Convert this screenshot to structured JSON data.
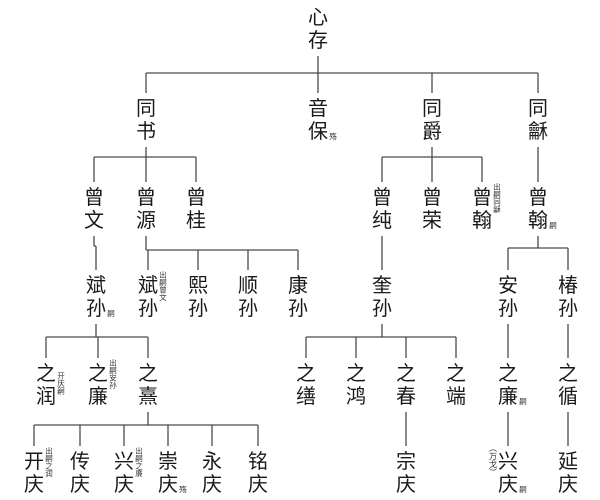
{
  "genealogy": {
    "root": {
      "id": "xincun",
      "name": [
        "心",
        "存"
      ],
      "children": [
        {
          "id": "tongshu",
          "name": [
            "同",
            "书"
          ],
          "children": [
            {
              "id": "zengwen",
              "name": [
                "曾",
                "文"
              ],
              "children": [
                {
                  "id": "binsun",
                  "name": [
                    "斌",
                    "孙"
                  ],
                  "note": "嗣",
                  "children": [
                    {
                      "id": "zhirun",
                      "name": [
                        "之",
                        "润"
                      ],
                      "note": "开庆嗣",
                      "children": []
                    },
                    {
                      "id": "zhilian1",
                      "name": [
                        "之",
                        "廉"
                      ],
                      "note": "出嗣安孙",
                      "children": []
                    },
                    {
                      "id": "zhixi",
                      "name": [
                        "之",
                        "熹"
                      ],
                      "children": [
                        {
                          "id": "kaiqing",
                          "name": [
                            "开",
                            "庆"
                          ],
                          "note": "出嗣之润",
                          "children": []
                        },
                        {
                          "id": "chuanqing",
                          "name": [
                            "传",
                            "庆"
                          ],
                          "children": []
                        },
                        {
                          "id": "xingqing1",
                          "name": [
                            "兴",
                            "庆"
                          ],
                          "note": "出嗣之廉",
                          "children": []
                        },
                        {
                          "id": "chongqing",
                          "name": [
                            "崇",
                            "庆"
                          ],
                          "note": "殇",
                          "children": []
                        },
                        {
                          "id": "yongqing",
                          "name": [
                            "永",
                            "庆"
                          ],
                          "children": []
                        },
                        {
                          "id": "mingqing",
                          "name": [
                            "铭",
                            "庆"
                          ],
                          "children": []
                        }
                      ]
                    }
                  ]
                }
              ]
            },
            {
              "id": "zengyuan",
              "name": [
                "曾",
                "源"
              ],
              "children": [
                {
                  "id": "binsun2",
                  "name": [
                    "斌",
                    "孙"
                  ],
                  "note": "出嗣曾文",
                  "children": []
                },
                {
                  "id": "xisun",
                  "name": [
                    "熙",
                    "孙"
                  ],
                  "children": []
                },
                {
                  "id": "shunsun",
                  "name": [
                    "顺",
                    "孙"
                  ],
                  "children": []
                },
                {
                  "id": "kangsun",
                  "name": [
                    "康",
                    "孙"
                  ],
                  "children": []
                }
              ]
            },
            {
              "id": "zenggui",
              "name": [
                "曾",
                "桂"
              ],
              "children": []
            }
          ]
        },
        {
          "id": "yinbao",
          "name": [
            "音",
            "保"
          ],
          "note": "殇",
          "children": []
        },
        {
          "id": "tongjue",
          "name": [
            "同",
            "爵"
          ],
          "children": [
            {
              "id": "zengchun",
              "name": [
                "曾",
                "纯"
              ],
              "children": [
                {
                  "id": "kuisun",
                  "name": [
                    "奎",
                    "孙"
                  ],
                  "children": [
                    {
                      "id": "zhishan",
                      "name": [
                        "之",
                        "缮"
                      ],
                      "children": []
                    },
                    {
                      "id": "zhihong",
                      "name": [
                        "之",
                        "鸿"
                      ],
                      "children": []
                    },
                    {
                      "id": "zhichun",
                      "name": [
                        "之",
                        "春"
                      ],
                      "children": [
                        {
                          "id": "zongqing",
                          "name": [
                            "宗",
                            "庆"
                          ],
                          "children": []
                        }
                      ]
                    },
                    {
                      "id": "zhiduan",
                      "name": [
                        "之",
                        "端"
                      ],
                      "children": []
                    }
                  ]
                }
              ]
            },
            {
              "id": "zengrong",
              "name": [
                "曾",
                "荣"
              ],
              "children": []
            },
            {
              "id": "zenghan1",
              "name": [
                "曾",
                "翰"
              ],
              "note": "出嗣同龢",
              "children": []
            }
          ]
        },
        {
          "id": "tonghe",
          "name": [
            "同",
            "龢"
          ],
          "children": [
            {
              "id": "zenghan2",
              "name": [
                "曾",
                "翰"
              ],
              "note": "嗣",
              "children": [
                {
                  "id": "ansun",
                  "name": [
                    "安",
                    "孙"
                  ],
                  "children": [
                    {
                      "id": "zhilian2",
                      "name": [
                        "之",
                        "廉"
                      ],
                      "note": "嗣",
                      "children": [
                        {
                          "id": "xingqing2",
                          "name": [
                            "兴",
                            "庆"
                          ],
                          "prefix": "（万戈）",
                          "note": "嗣",
                          "children": []
                        }
                      ]
                    }
                  ]
                },
                {
                  "id": "chunsun",
                  "name": [
                    "椿",
                    "孙"
                  ],
                  "children": [
                    {
                      "id": "zhixun",
                      "name": [
                        "之",
                        "循"
                      ],
                      "children": [
                        {
                          "id": "yanqing",
                          "name": [
                            "延",
                            "庆"
                          ],
                          "children": []
                        }
                      ]
                    }
                  ]
                }
              ]
            }
          ]
        }
      ]
    }
  }
}
